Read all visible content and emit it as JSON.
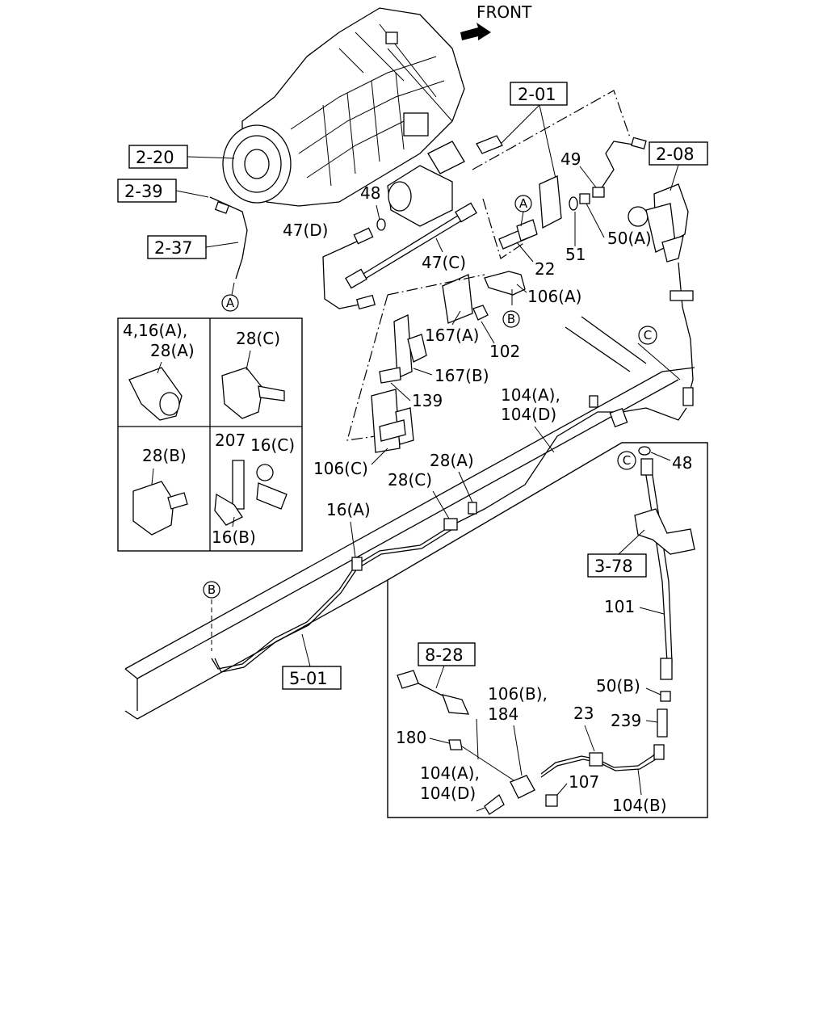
{
  "front_label": "FRONT",
  "refs": {
    "r2_01": "2-01",
    "r2_20": "2-20",
    "r2_39": "2-39",
    "r2_37": "2-37",
    "r2_08": "2-08",
    "r3_78": "3-78",
    "r5_01": "5-01",
    "r8_28": "8-28"
  },
  "callouts": {
    "A": "A",
    "B": "B",
    "C": "C"
  },
  "parts": {
    "p49": "49",
    "p48": "48",
    "p48b": "48",
    "p47d": "47(D)",
    "p47c": "47(C)",
    "p22": "22",
    "p51": "51",
    "p50a": "50(A)",
    "p106a": "106(A)",
    "p167a": "167(A)",
    "p102": "102",
    "p167b": "167(B)",
    "p139": "139",
    "p104ad1": "104(A),",
    "p104ad2": "104(D)",
    "p106c": "106(C)",
    "p28a": "28(A)",
    "p28c": "28(C)",
    "p16a": "16(A)",
    "p101": "101",
    "p50b": "50(B)",
    "p239": "239",
    "p23": "23",
    "p106b1": "106(B),",
    "p106b2": "184",
    "p180": "180",
    "p104ad3": "104(A),",
    "p104ad4": "104(D)",
    "p107": "107",
    "p104b": "104(B)"
  },
  "inset": {
    "c1_line1": "4,16(A),",
    "c1_line2": "28(A)",
    "c2": "28(C)",
    "c3": "28(B)",
    "c4a": "207",
    "c4b": "16(C)",
    "c4c": "16(B)"
  }
}
